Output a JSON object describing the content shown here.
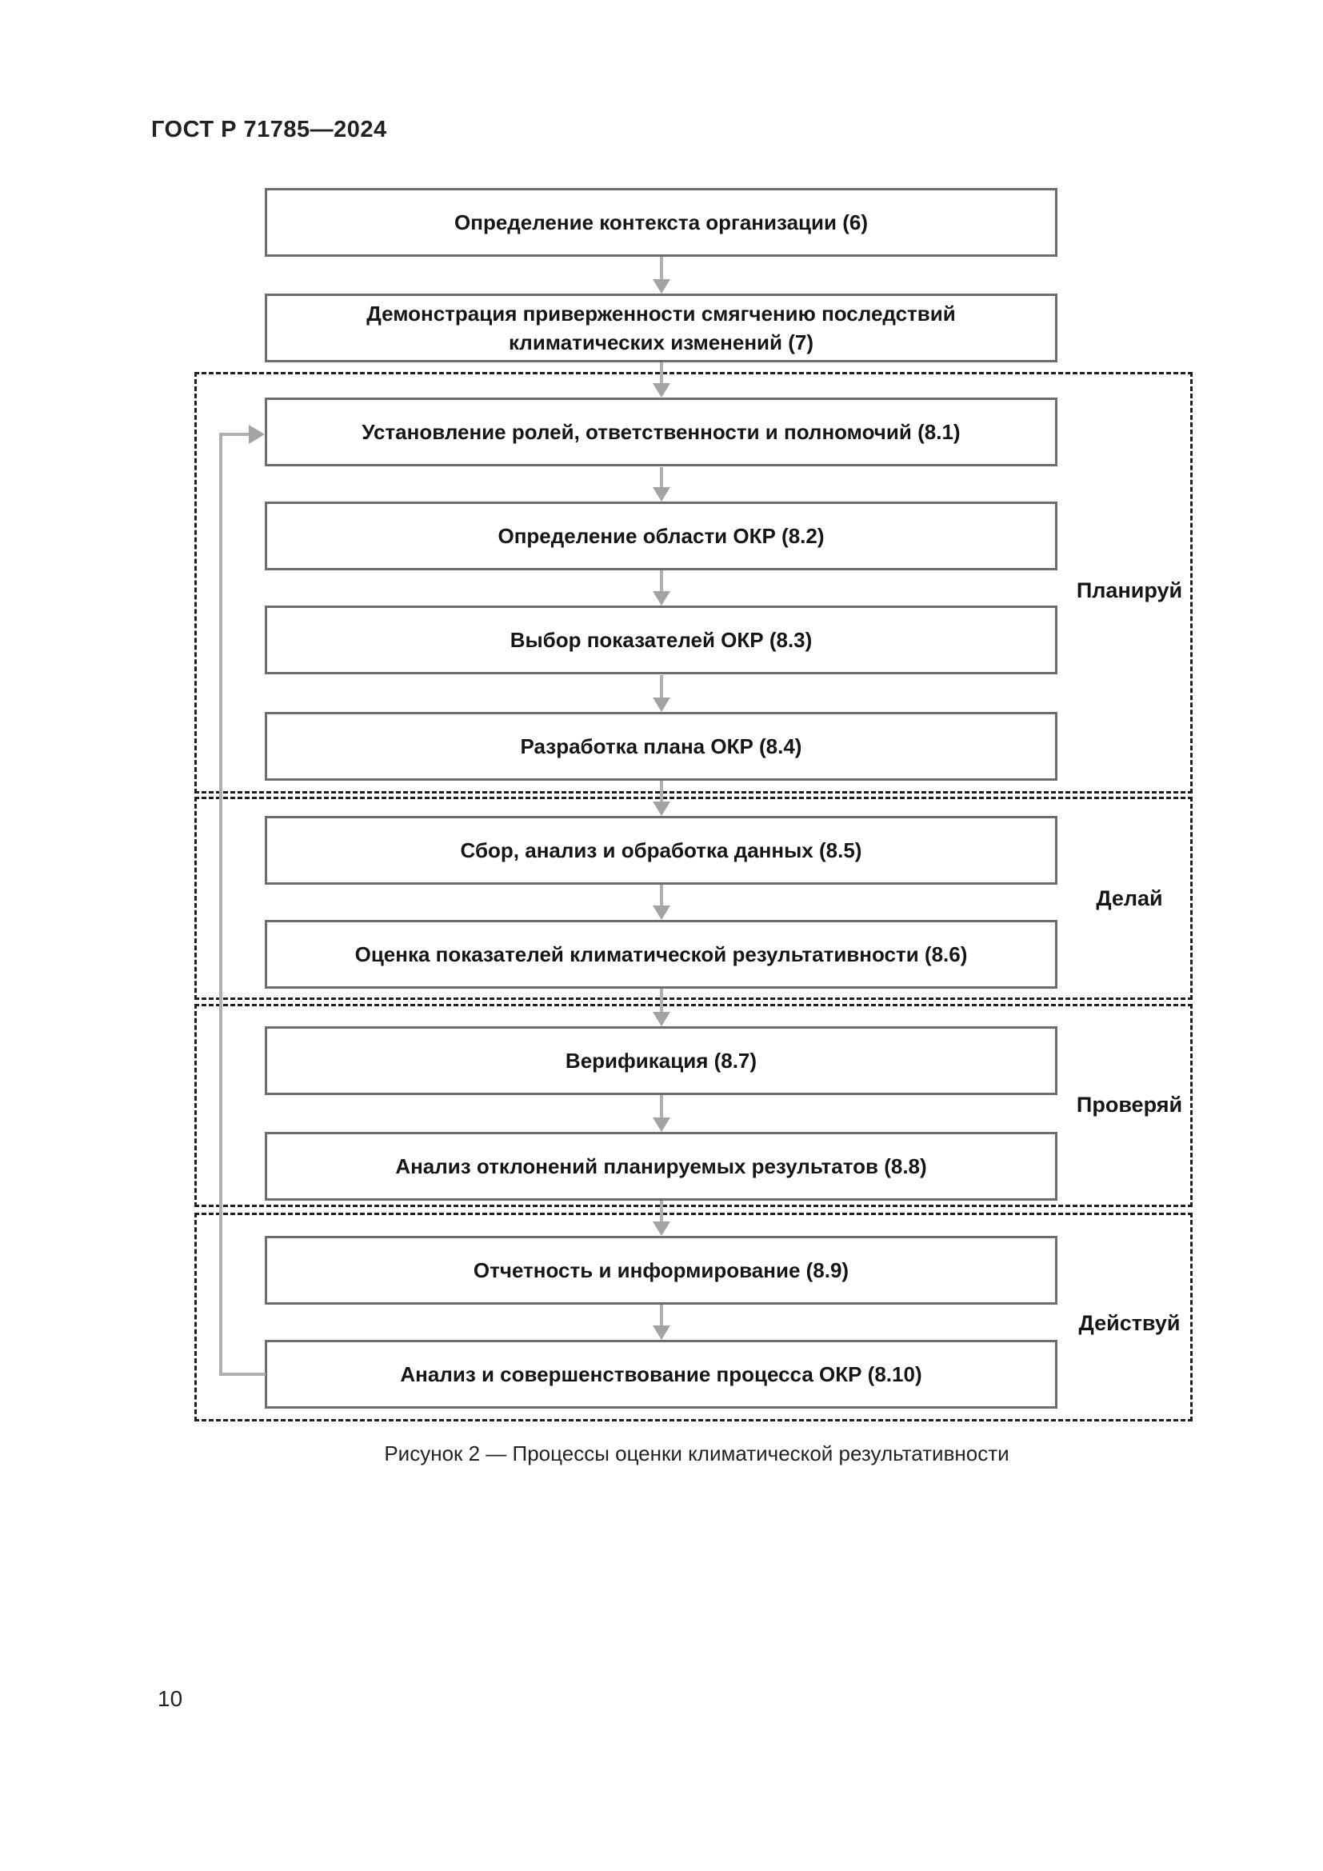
{
  "page": {
    "header": "ГОСТ Р 71785—2024",
    "page_number": "10"
  },
  "figure": {
    "caption": "Рисунок 2 — Процессы оценки климатической результативности",
    "boxes": [
      {
        "ref": "6",
        "label": "Определение контекста организации (6)"
      },
      {
        "ref": "7",
        "label": "Демонстрация приверженности смягчению последствий климатических изменений (7)"
      },
      {
        "ref": "8.1",
        "label": "Установление ролей, ответственности и полномочий (8.1)"
      },
      {
        "ref": "8.2",
        "label": "Определение области ОКР (8.2)"
      },
      {
        "ref": "8.3",
        "label": "Выбор показателей ОКР (8.3)"
      },
      {
        "ref": "8.4",
        "label": "Разработка плана ОКР (8.4)"
      },
      {
        "ref": "8.5",
        "label": "Сбор, анализ и обработка данных (8.5)"
      },
      {
        "ref": "8.6",
        "label": "Оценка показателей климатической результативности (8.6)"
      },
      {
        "ref": "8.7",
        "label": "Верификация (8.7)"
      },
      {
        "ref": "8.8",
        "label": "Анализ отклонений планируемых результатов (8.8)"
      },
      {
        "ref": "8.9",
        "label": "Отчетность и информирование (8.9)"
      },
      {
        "ref": "8.10",
        "label": "Анализ и совершенствование процесса ОКР (8.10)"
      }
    ],
    "sections": [
      {
        "label": "Планируй",
        "contains": [
          "8.1",
          "8.2",
          "8.3",
          "8.4"
        ]
      },
      {
        "label": "Делай",
        "contains": [
          "8.5",
          "8.6"
        ]
      },
      {
        "label": "Проверяй",
        "contains": [
          "8.7",
          "8.8"
        ]
      },
      {
        "label": "Действуй",
        "contains": [
          "8.9",
          "8.10"
        ]
      }
    ],
    "flow": {
      "sequence": "6 → 7 → 8.1 → 8.2 → 8.3 → 8.4 → 8.5 → 8.6 → 8.7 → 8.8 → 8.9 → 8.10",
      "feedback": "8.10 → 8.1"
    },
    "colors": {
      "box_border": "#6c6c6c",
      "section_border": "#1f1f1f",
      "connector": "#b0b0b0",
      "text": "#1a1a1a",
      "background": "#ffffff"
    }
  }
}
